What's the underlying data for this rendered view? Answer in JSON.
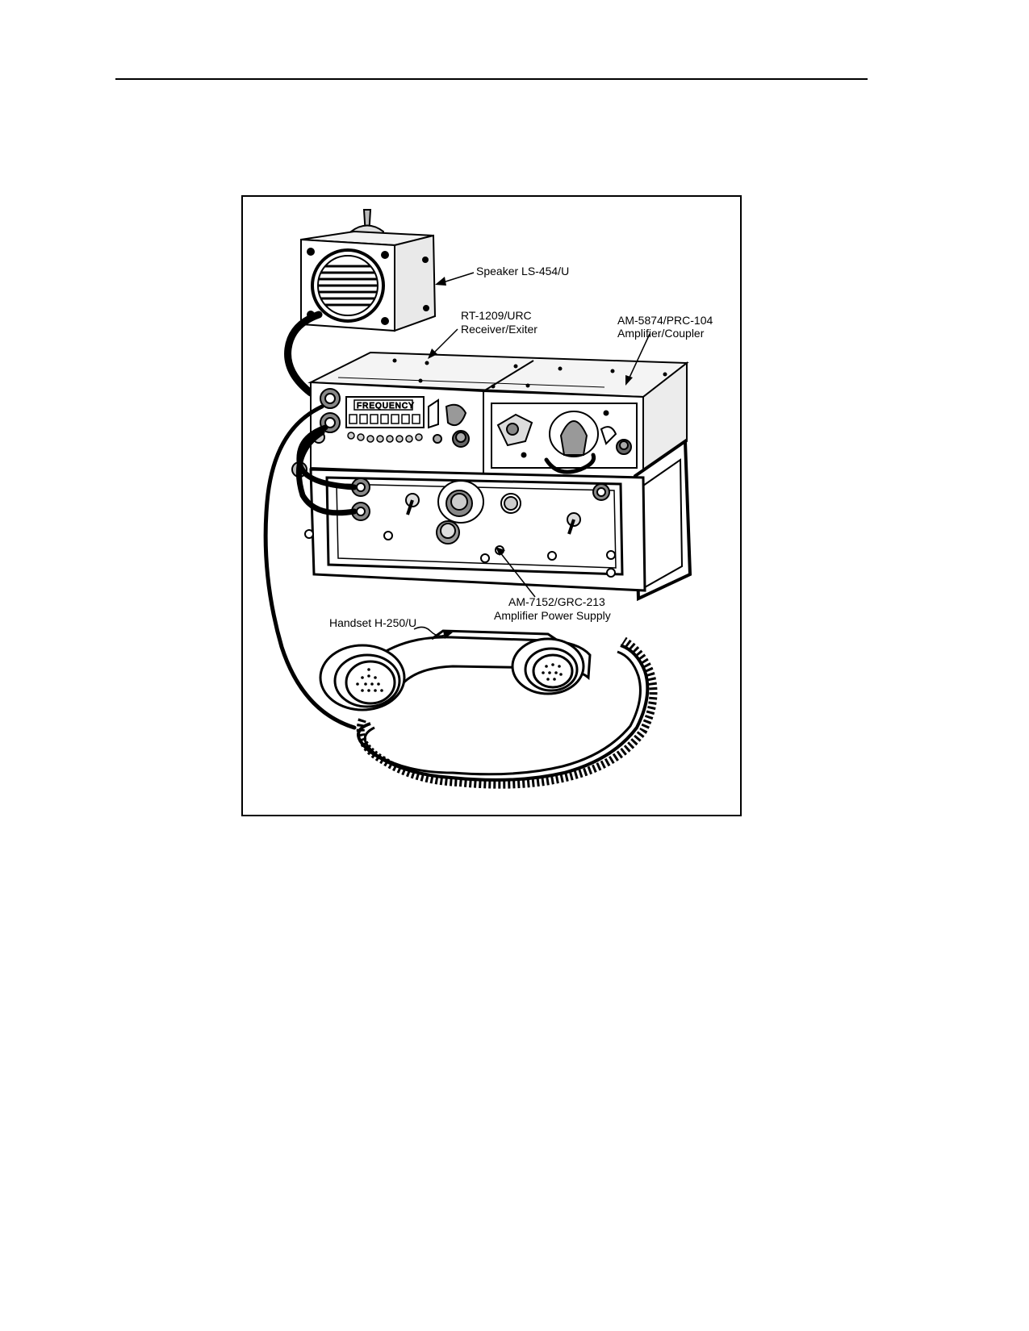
{
  "figure": {
    "labels": {
      "speaker": "Speaker LS-454/U",
      "receiver_model": "RT-1209/URC",
      "receiver_role": "Receiver/Exiter",
      "coupler_model": "AM-5874/PRC-104",
      "coupler_role": "Amplifier/Coupler",
      "power_model": "AM-7152/GRC-213",
      "power_role": "Amplifier Power Supply",
      "handset": "Handset H-250/U",
      "frequency_panel": "FREQUENCY"
    }
  }
}
